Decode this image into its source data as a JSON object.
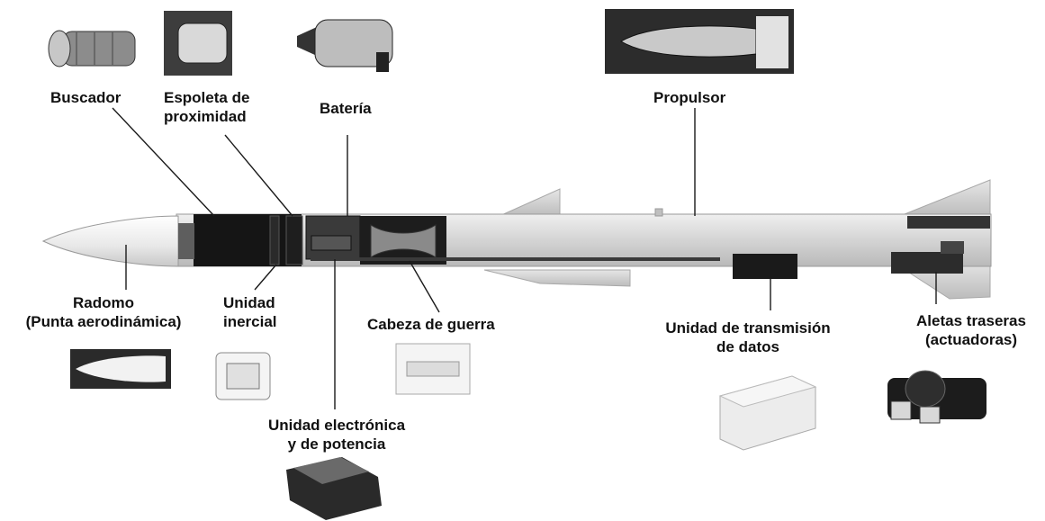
{
  "colors": {
    "body": "#d6d6d6",
    "body_dark": "#151515",
    "leader": "#1a1a1a",
    "text": "#111111"
  },
  "labels": {
    "buscador": "Buscador",
    "espoleta": "Espoleta de\nproximidad",
    "bateria": "Batería",
    "propulsor": "Propulsor",
    "radomo": "Radomo\n(Punta aerodinámica)",
    "unidad_inercial": "Unidad\ninercial",
    "cabeza_guerra": "Cabeza de guerra",
    "unidad_transmision": "Unidad de transmisión\nde datos",
    "aletas": "Aletas traseras\n(actuadoras)",
    "unidad_electronica": "Unidad electrónica\ny de potencia"
  }
}
